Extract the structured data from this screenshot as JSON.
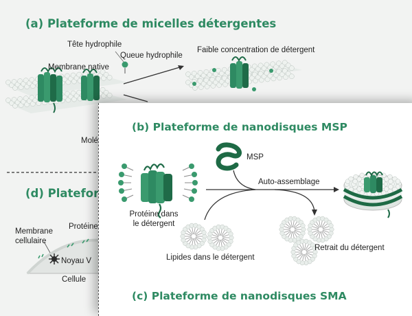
{
  "colors": {
    "accent": "#2e8a62",
    "protein": "#3a9a6e",
    "protein_dark": "#1f6b48",
    "lipid": "#dfe6e2",
    "msp": "#1e6a45"
  },
  "panel_a": {
    "title": "(a) Plateforme de micelles détergentes",
    "head_label": "Tête hydrophile",
    "tail_label": "Queue hydrophile",
    "membrane_label": "Membrane native",
    "low_conc_label": "Faible concentration de détergent",
    "partial_label": "Molé"
  },
  "panel_d": {
    "title": "(d) Plateform",
    "membrane_label": "Membrane cellulaire",
    "protein_label": "Protéine",
    "nucleus_label": "Noyau V",
    "cell_label": "Cellule"
  },
  "panel_b": {
    "title": "(b) Plateforme de nanodisques MSP",
    "msp_label": "MSP",
    "assembly_label": "Auto-assemblage",
    "protein_detergent_label": "Protéine dans le détergent",
    "lipids_label": "Lipides dans le détergent",
    "removal_label": "Retrait du détergent"
  },
  "panel_c": {
    "title": "(c) Plateforme de nanodisques SMA"
  }
}
